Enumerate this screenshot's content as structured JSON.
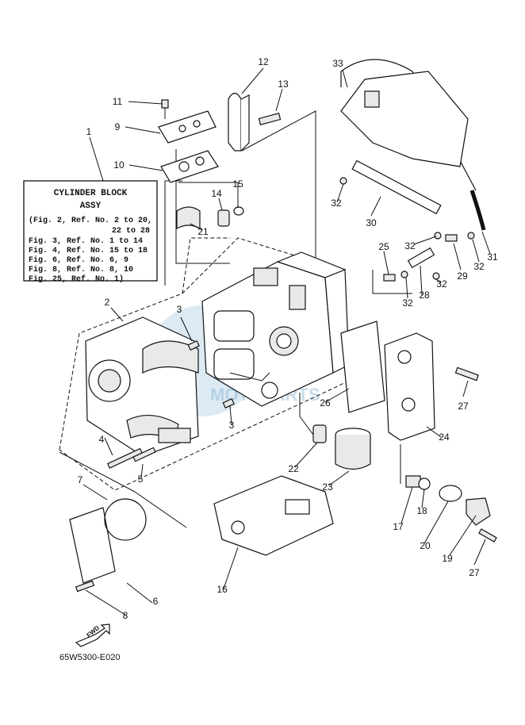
{
  "box": {
    "title_line1": "CYLINDER BLOCK",
    "title_line2": "ASSY",
    "lines": [
      "(Fig. 2, Ref. No. 2 to 20,",
      "22 to 28",
      "Fig. 3, Ref. No. 1 to 14",
      "Fig. 4, Ref. No. 15 to 18",
      "Fig. 6, Ref. No. 6, 9",
      "Fig. 8, Ref. No. 8, 10",
      "Fig. 25, Ref. No. 1)"
    ]
  },
  "diagram_code": "65W5300-E020",
  "fwd_label": "FWD",
  "watermark": "MOTOPARTS",
  "callouts": {
    "c1": "1",
    "c2": "2",
    "c3a": "3",
    "c3b": "3",
    "c4": "4",
    "c5": "5",
    "c6": "6",
    "c7": "7",
    "c8": "8",
    "c9": "9",
    "c10": "10",
    "c11": "11",
    "c12": "12",
    "c13": "13",
    "c14": "14",
    "c15": "15",
    "c16": "16",
    "c17": "17",
    "c18": "18",
    "c19": "19",
    "c20": "20",
    "c21": "21",
    "c22": "22",
    "c23": "23",
    "c24": "24",
    "c25": "25",
    "c26": "26",
    "c27a": "27",
    "c27b": "27",
    "c28": "28",
    "c29": "29",
    "c30": "30",
    "c31": "31",
    "c32a": "32",
    "c32b": "32",
    "c32c": "32",
    "c32d": "32",
    "c32e": "32",
    "c33": "33"
  }
}
